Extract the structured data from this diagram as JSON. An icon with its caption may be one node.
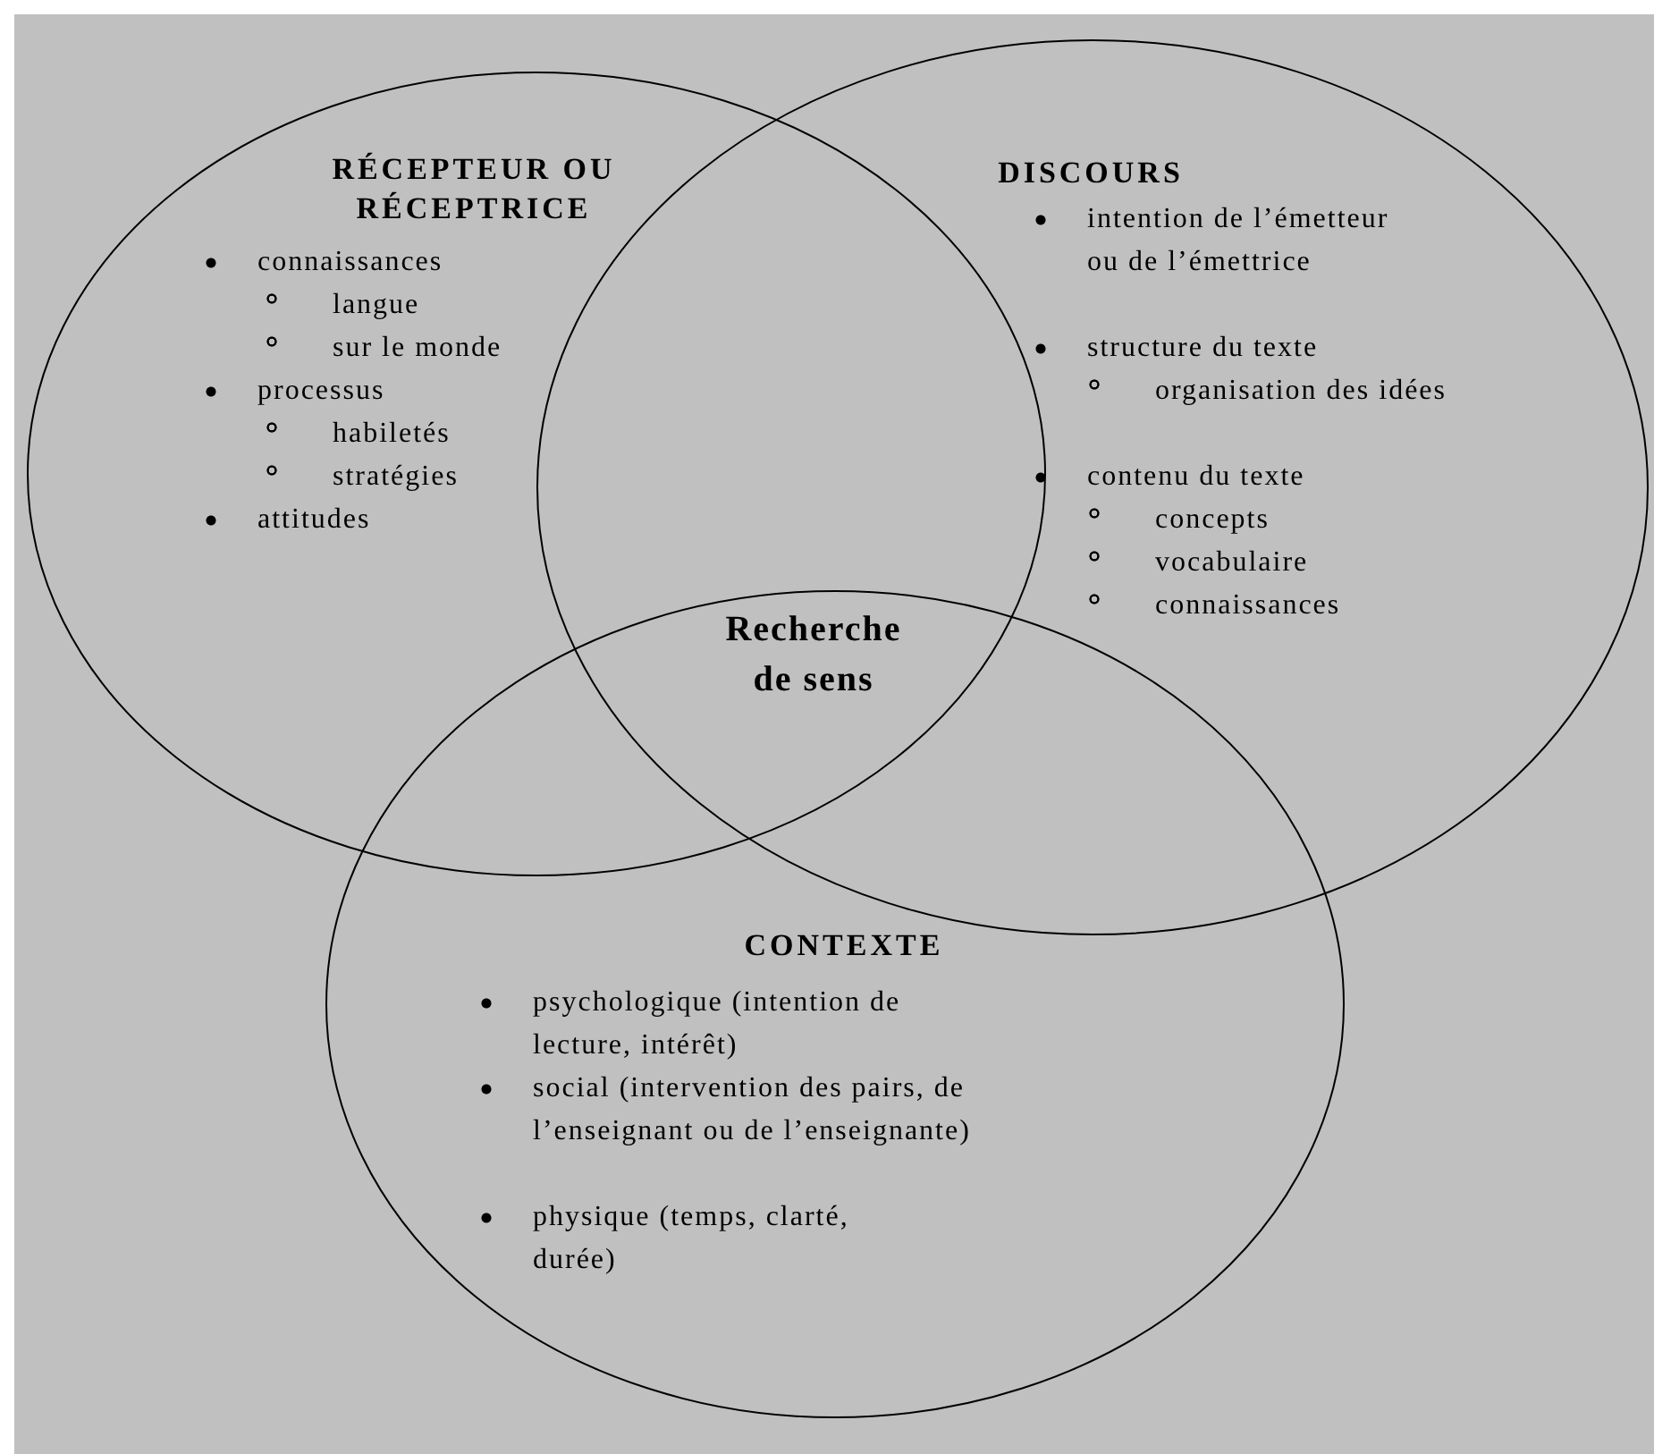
{
  "diagram": {
    "nodes": [
      {
        "text": [
          "RÉCEPTEUR OU RÉCEPTRICE",
          "connaissances",
          "langue",
          "sur le monde",
          "processus",
          "habiletés",
          "stratégies",
          "attitudes"
        ]
      },
      {
        "text": [
          "DISCOURS",
          "intention de l’émetteur ou de l’émettrice",
          "structure du texte",
          "organisation des idées",
          "contenu du texte",
          "concepts",
          "vocabulaire",
          "connaissances"
        ]
      },
      {
        "text": [
          "CONTEXTE",
          "psychologique (intention de lecture, intérêt)",
          "social (intervention des pairs, de l’enseignant ou de l’enseignante)",
          "physique (temps, clarté, durée)"
        ]
      }
    ],
    "labels": [
      "Recherche de sens"
    ]
  }
}
